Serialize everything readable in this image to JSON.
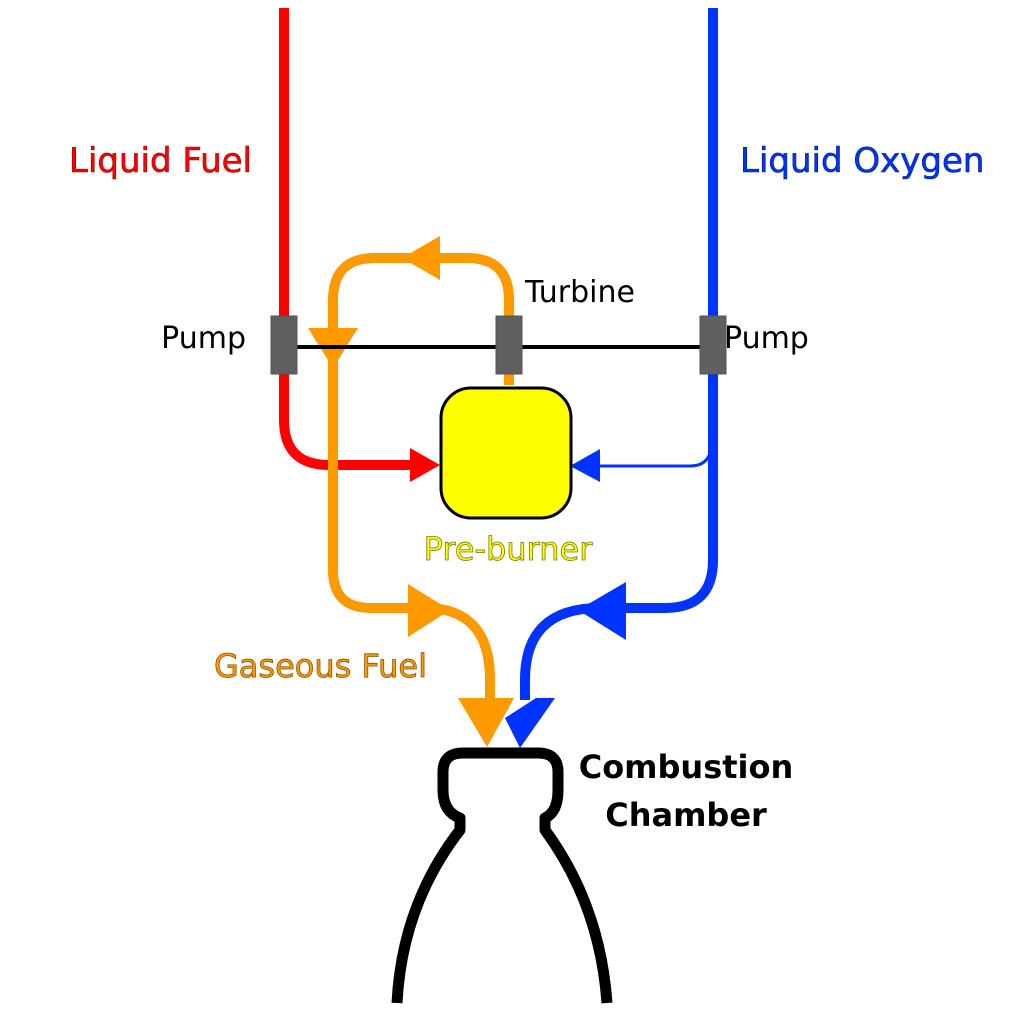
{
  "title": "Staged combustion cycle rocket engine",
  "labels": {
    "liquid_fuel": "Liquid Fuel",
    "liquid_oxygen": "Liquid Oxygen",
    "fuel_pump": "Pump",
    "oxygen_pump": "Pump",
    "turbine": "Turbine",
    "preburner": "Pre-burner",
    "gaseous_fuel": "Gaseous Fuel",
    "combustion_chamber_line1": "Combustion",
    "combustion_chamber_line2": "Chamber"
  },
  "colors": {
    "fuel": "#ff0000",
    "oxygen": "#0033ff",
    "gaseous_fuel": "#ff9900",
    "preburner_fill": "#ffff00",
    "component_gray": "#606060",
    "shaft": "#000000",
    "chamber": "#000000"
  },
  "flows": [
    {
      "from": "Liquid Fuel",
      "to": "Fuel Pump"
    },
    {
      "from": "Fuel Pump",
      "to": "Pre-burner"
    },
    {
      "from": "Liquid Oxygen",
      "to": "Oxygen Pump"
    },
    {
      "from": "Oxygen Pump",
      "to": "Pre-burner"
    },
    {
      "from": "Pre-burner",
      "to": "Turbine"
    },
    {
      "from": "Turbine",
      "to": "Combustion Chamber",
      "label": "Gaseous Fuel"
    },
    {
      "from": "Oxygen Pump",
      "to": "Combustion Chamber"
    }
  ]
}
